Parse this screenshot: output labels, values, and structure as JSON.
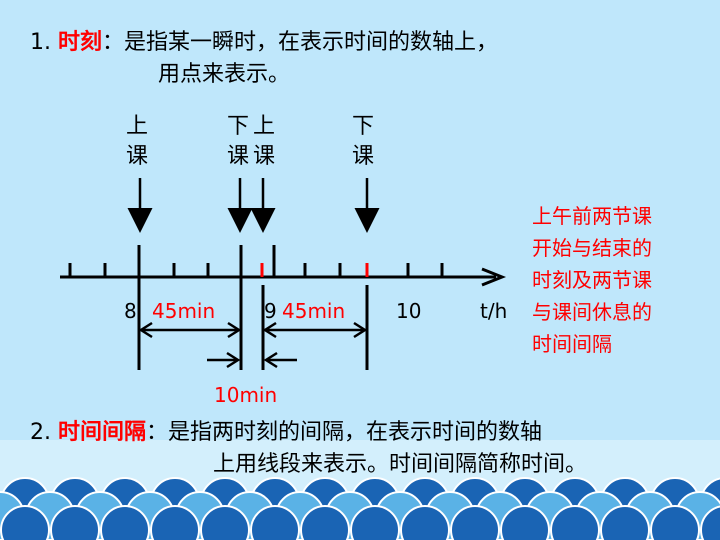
{
  "definition_1": {
    "number": "1.",
    "term": "时刻",
    "colon": "：",
    "line1": "是指某一瞬时，在表示时间的数轴上，",
    "line2": "用点来表示。"
  },
  "markers": {
    "class1_start": [
      "上",
      "课"
    ],
    "class1_end": [
      "下",
      "课"
    ],
    "class2_start": [
      "上",
      "课"
    ],
    "class2_end": [
      "下",
      "课"
    ]
  },
  "axis": {
    "tick_labels": [
      "8",
      "9",
      "10"
    ],
    "unit_label": "t/h",
    "interval_class1": "45min",
    "interval_class2": "45min",
    "interval_break": "10min"
  },
  "note_lines": [
    "上午前两节课",
    "开始与结束的",
    "时刻及两节课",
    "与课间休息的",
    "时间间隔"
  ],
  "definition_2": {
    "number": "2.",
    "term": "时间间隔",
    "colon": "：",
    "line1": "是指两时刻的间隔，在表示时间的数轴",
    "line2": "上用线段来表示。时间间隔简称时间。"
  },
  "colors": {
    "background": "#bfe7fb",
    "highlight": "#ff0000",
    "wave_dark": "#1a64b4",
    "wave_light": "#5ab2e6"
  }
}
